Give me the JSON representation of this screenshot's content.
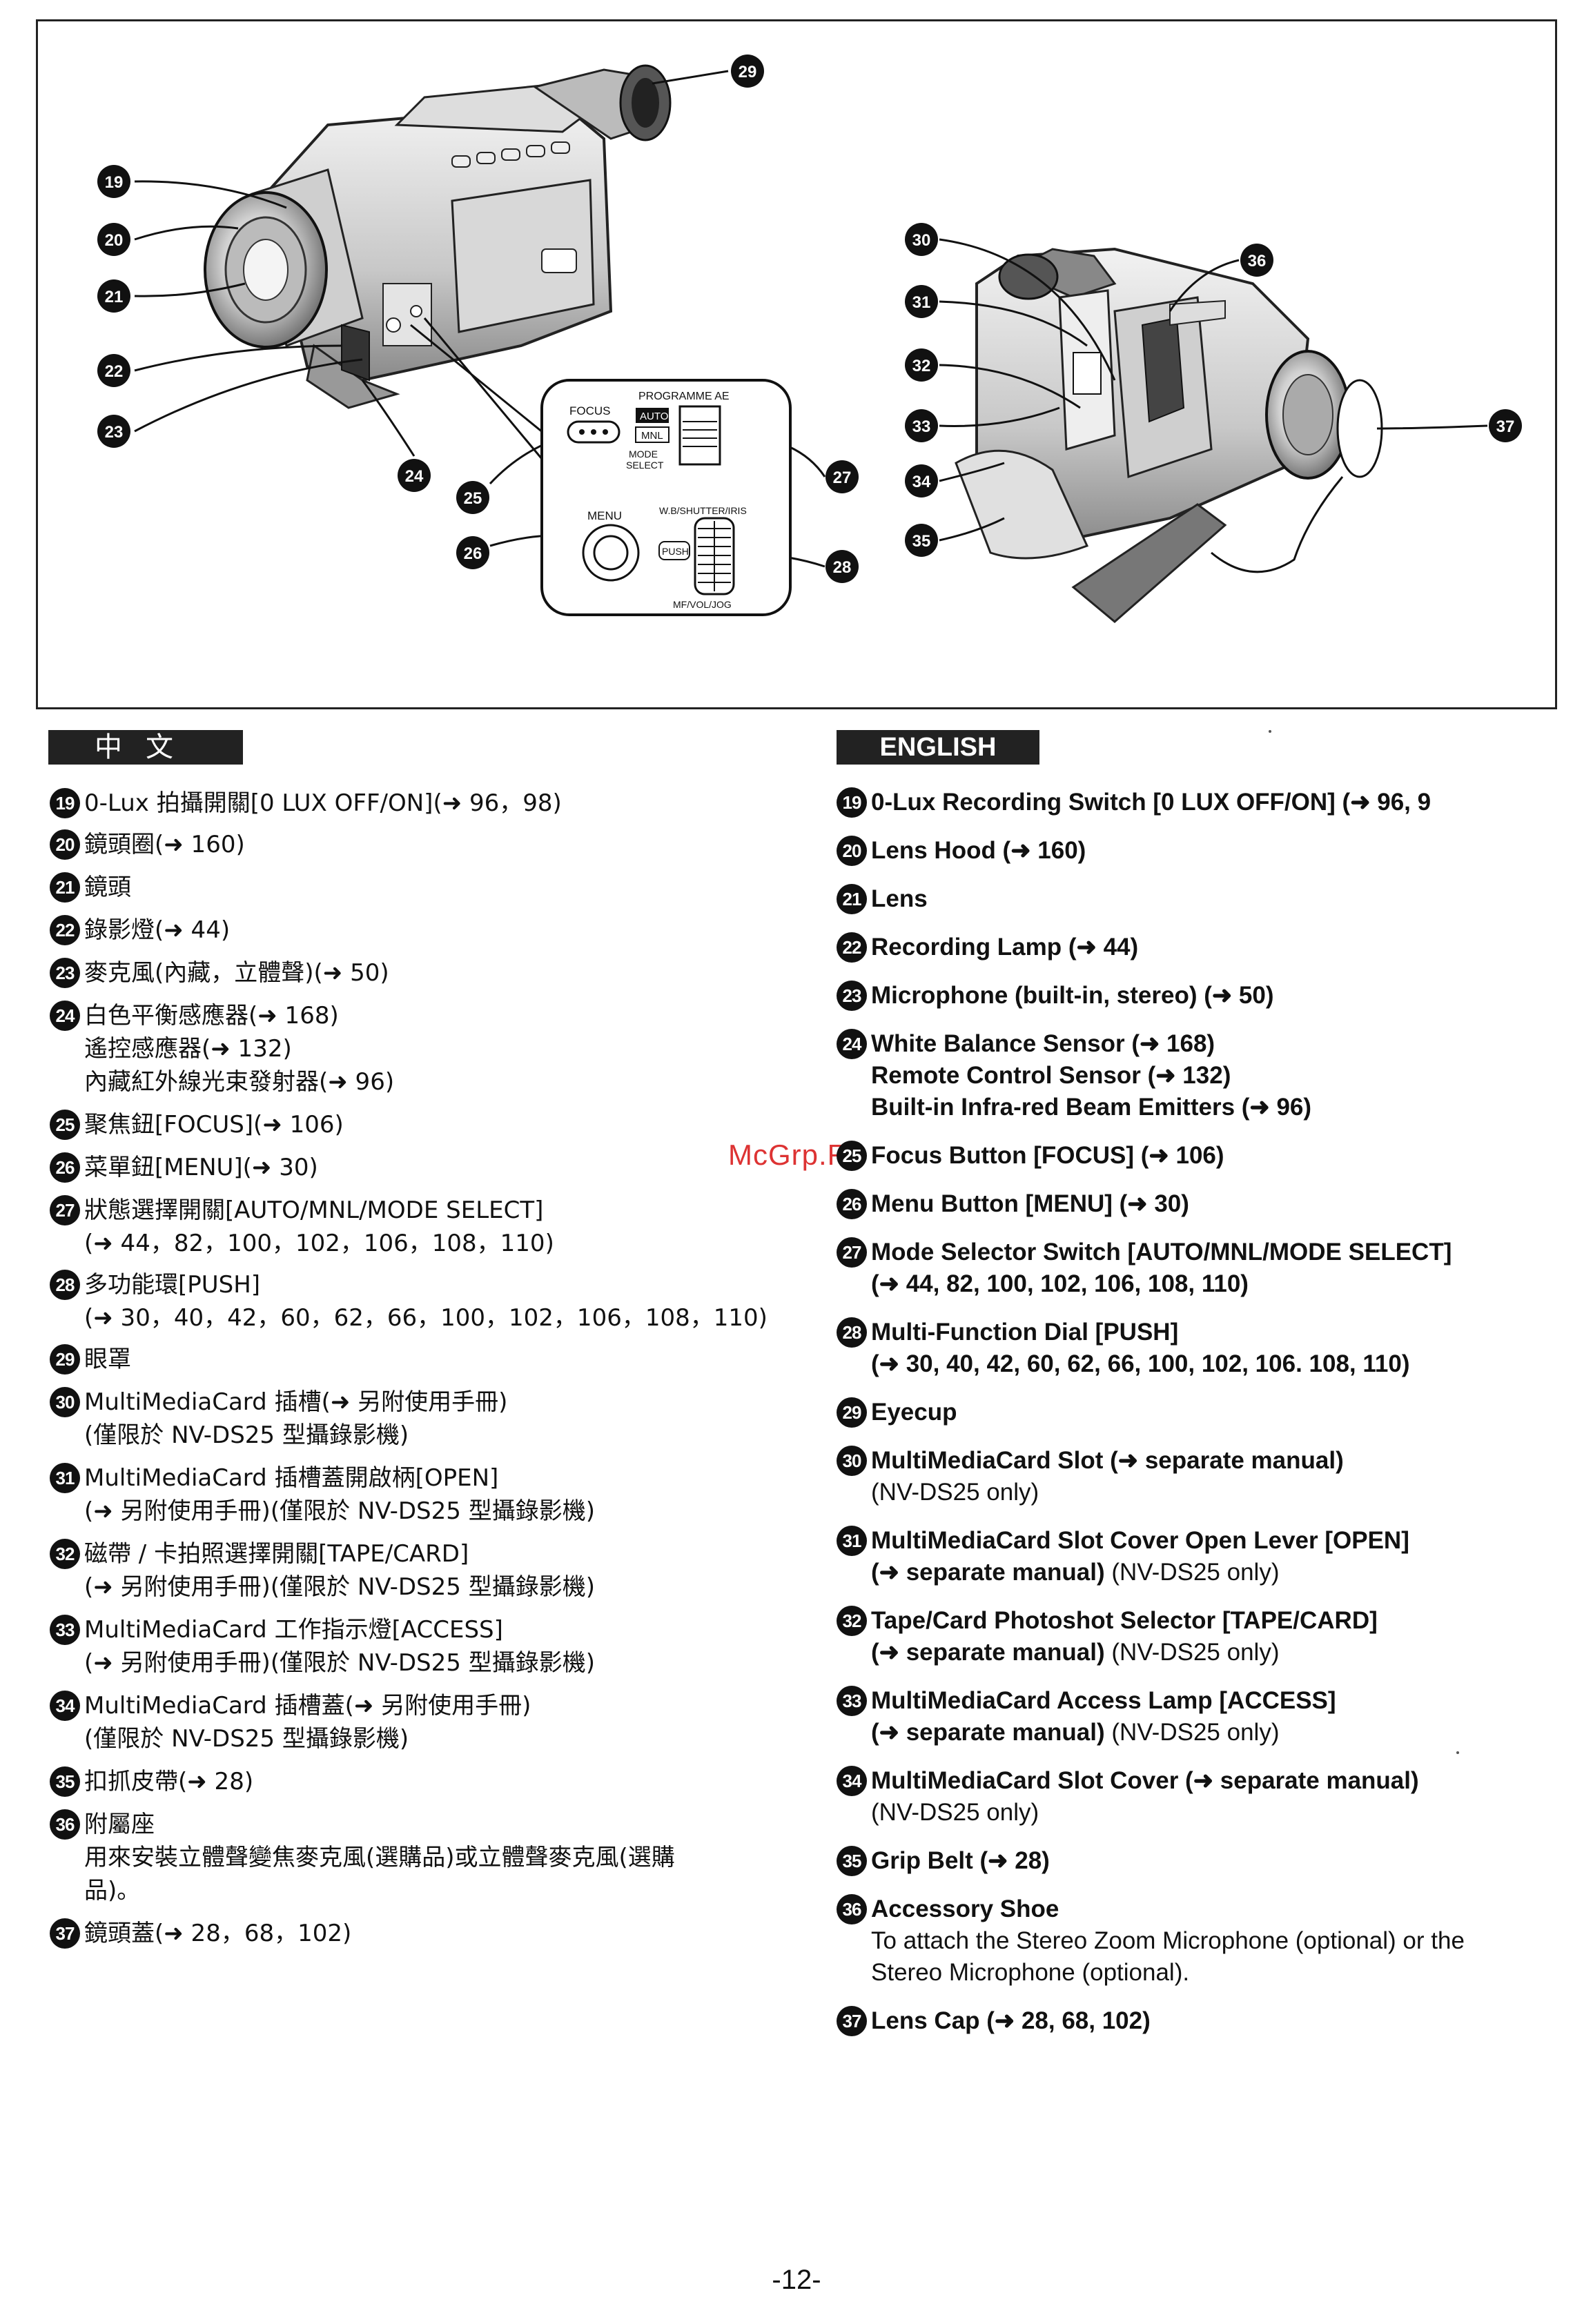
{
  "diagram": {
    "callouts_left": [
      "19",
      "20",
      "21",
      "22",
      "23",
      "24",
      "25",
      "26",
      "27",
      "28",
      "29"
    ],
    "callouts_right": [
      "30",
      "31",
      "32",
      "33",
      "34",
      "35",
      "36",
      "37"
    ],
    "inset_labels": {
      "programme_ae": "PROGRAMME AE",
      "focus": "FOCUS",
      "auto": "AUTO",
      "mnl": "MNL",
      "mode_select": "MODE\nSELECT",
      "menu": "MENU",
      "wb_shutter_iris": "W.B/SHUTTER/IRIS",
      "push": "PUSH",
      "mf_vol_jog": "MF/VOL/JOG"
    }
  },
  "tags": {
    "zh": "中文",
    "en": "ENGLISH"
  },
  "watermark": "McGrp.Ru",
  "zh_items": [
    {
      "num": "19",
      "lines": [
        "0-Lux 拍攝開關[0 LUX OFF/ON](➜ 96，98)"
      ]
    },
    {
      "num": "20",
      "lines": [
        "鏡頭圈(➜ 160)"
      ]
    },
    {
      "num": "21",
      "lines": [
        "鏡頭"
      ]
    },
    {
      "num": "22",
      "lines": [
        "錄影燈(➜ 44)"
      ]
    },
    {
      "num": "23",
      "lines": [
        "麥克風(內藏，立體聲)(➜ 50)"
      ]
    },
    {
      "num": "24",
      "lines": [
        "白色平衡感應器(➜ 168)",
        "遙控感應器(➜ 132)",
        "內藏紅外線光束發射器(➜ 96)"
      ]
    },
    {
      "num": "25",
      "lines": [
        "聚焦鈕[FOCUS](➜ 106)"
      ]
    },
    {
      "num": "26",
      "lines": [
        "菜單鈕[MENU](➜ 30)"
      ]
    },
    {
      "num": "27",
      "lines": [
        "狀態選擇開關[AUTO/MNL/MODE SELECT]",
        "(➜ 44，82，100，102，106，108，110)"
      ]
    },
    {
      "num": "28",
      "lines": [
        "多功能環[PUSH]",
        "(➜ 30，40，42，60，62，66，100，102，106，108，110)"
      ]
    },
    {
      "num": "29",
      "lines": [
        "眼罩"
      ]
    },
    {
      "num": "30",
      "lines": [
        "MultiMediaCard 插槽(➜ 另附使用手冊)",
        "(僅限於 NV-DS25 型攝錄影機)"
      ]
    },
    {
      "num": "31",
      "lines": [
        "MultiMediaCard 插槽蓋開啟柄[OPEN]",
        "(➜ 另附使用手冊)(僅限於 NV-DS25 型攝錄影機)"
      ]
    },
    {
      "num": "32",
      "lines": [
        "磁帶 / 卡拍照選擇開關[TAPE/CARD]",
        "(➜ 另附使用手冊)(僅限於 NV-DS25 型攝錄影機)"
      ]
    },
    {
      "num": "33",
      "lines": [
        "MultiMediaCard 工作指示燈[ACCESS]",
        "(➜ 另附使用手冊)(僅限於 NV-DS25 型攝錄影機)"
      ]
    },
    {
      "num": "34",
      "lines": [
        "MultiMediaCard 插槽蓋(➜ 另附使用手冊)",
        "(僅限於 NV-DS25 型攝錄影機)"
      ]
    },
    {
      "num": "35",
      "lines": [
        "扣抓皮帶(➜ 28)"
      ]
    },
    {
      "num": "36",
      "lines": [
        "附屬座",
        "用來安裝立體聲變焦麥克風(選購品)或立體聲麥克風(選購",
        "品)。"
      ]
    },
    {
      "num": "37",
      "lines": [
        "鏡頭蓋(➜ 28，68，102)"
      ]
    }
  ],
  "en_items": [
    {
      "num": "19",
      "title": "0-Lux Recording Switch [0 LUX OFF/ON] (➜ 96, 9",
      "sub": []
    },
    {
      "num": "20",
      "title": "Lens Hood (➜ 160)",
      "sub": []
    },
    {
      "num": "21",
      "title": "Lens",
      "sub": []
    },
    {
      "num": "22",
      "title": "Recording Lamp (➜ 44)",
      "sub": []
    },
    {
      "num": "23",
      "title": "Microphone (built-in, stereo) (➜ 50)",
      "sub": []
    },
    {
      "num": "24",
      "title": "White Balance Sensor (➜ 168)",
      "sub": [
        {
          "bold": "Remote Control Sensor (➜ 132)",
          "plain": ""
        },
        {
          "bold": "Built-in Infra-red Beam Emitters (➜ 96)",
          "plain": ""
        }
      ]
    },
    {
      "num": "25",
      "title": "Focus Button [FOCUS] (➜ 106)",
      "sub": []
    },
    {
      "num": "26",
      "title": "Menu Button [MENU] (➜ 30)",
      "sub": []
    },
    {
      "num": "27",
      "title": "Mode Selector Switch [AUTO/MNL/MODE SELECT]",
      "sub": [
        {
          "bold": "(➜ 44, 82, 100, 102, 106, 108, 110)",
          "plain": ""
        }
      ]
    },
    {
      "num": "28",
      "title": "Multi-Function Dial [PUSH]",
      "sub": [
        {
          "bold": "(➜ 30, 40, 42, 60, 62, 66, 100, 102, 106. 108, 110)",
          "plain": ""
        }
      ]
    },
    {
      "num": "29",
      "title": "Eyecup",
      "sub": []
    },
    {
      "num": "30",
      "title": "MultiMediaCard Slot (➜ separate manual)",
      "sub": [
        {
          "bold": "",
          "plain": "(NV-DS25 only)"
        }
      ]
    },
    {
      "num": "31",
      "title": "MultiMediaCard Slot Cover Open Lever [OPEN]",
      "sub": [
        {
          "bold": "(➜ separate manual)",
          "plain": " (NV-DS25 only)"
        }
      ]
    },
    {
      "num": "32",
      "title": "Tape/Card Photoshot Selector [TAPE/CARD]",
      "sub": [
        {
          "bold": "(➜ separate manual)",
          "plain": " (NV-DS25 only)"
        }
      ]
    },
    {
      "num": "33",
      "title": "MultiMediaCard Access Lamp [ACCESS]",
      "sub": [
        {
          "bold": "(➜ separate manual)",
          "plain": " (NV-DS25 only)"
        }
      ]
    },
    {
      "num": "34",
      "title": "MultiMediaCard Slot Cover (➜ separate manual)",
      "sub": [
        {
          "bold": "",
          "plain": "(NV-DS25 only)"
        }
      ]
    },
    {
      "num": "35",
      "title": "Grip Belt (➜ 28)",
      "sub": []
    },
    {
      "num": "36",
      "title": "Accessory Shoe",
      "sub": [
        {
          "bold": "",
          "plain": "To attach the Stereo Zoom Microphone (optional) or the"
        },
        {
          "bold": "",
          "plain": "Stereo Microphone (optional)."
        }
      ]
    },
    {
      "num": "37",
      "title": "Lens Cap (➜ 28, 68, 102)",
      "sub": []
    }
  ],
  "page_number": "-12-"
}
